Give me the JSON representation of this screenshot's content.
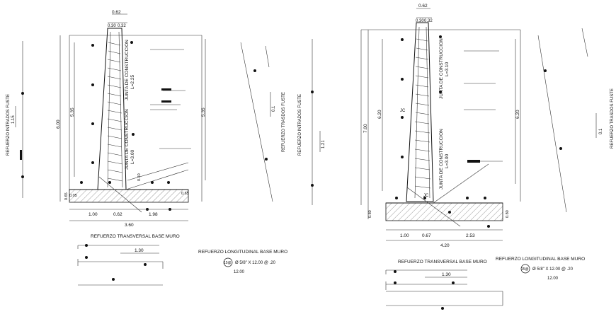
{
  "left_drawing": {
    "side_label_inner": "REFUERZO INTRADOS FUSTE",
    "side_label_back": "REFUERZO TRASDOS FUSTE",
    "dim_top_total": "0.62",
    "dim_top_a": "0.30",
    "dim_top_b": "0.32",
    "dim_height_total": "6.00",
    "dim_height_stem": "5.35",
    "dim_height_right": "5.35",
    "dim_footing_a": "0.65",
    "dim_footing_b": "0.05",
    "dim_footing_right": "0.65",
    "dim_base_a": "1.00",
    "dim_base_b": "0.62",
    "dim_base_c": "1.98",
    "dim_base_total": "3.60",
    "dim_small_1": "1.15",
    "dim_small_2": "0.1",
    "joint_1": "JUNTA DE CONSTRUCCION",
    "joint_1_level": "L=2.25",
    "joint_2": "JUNTA DE CONSTRUCCION",
    "joint_2_level": "L=3.00",
    "mark_small": "0.10",
    "transversal_title": "REFUERZO TRANSVERSAL BASE MURO",
    "transversal_dim": "1.30",
    "longitudinal_title": "REFUERZO LONGITUDINAL BASE MURO",
    "long_tag": "15@",
    "long_spec": "Ø 5/8\" X 12.00 @ .20",
    "long_length": "12.00"
  },
  "right_drawing": {
    "side_label_inner": "REFUERZO INTRADOS FUSTE",
    "side_label_back": "REFUERZO TRASDOS FUSTE",
    "dim_top_total": "0.62",
    "dim_top_a": "0.30",
    "dim_top_b": "0.32",
    "dim_height_total": "7.00",
    "dim_height_stem": "6.20",
    "dim_height_right": "6.20",
    "dim_footing_a": "0.80",
    "dim_footing_right": "0.80",
    "dim_base_a": "1.00",
    "dim_base_b": "0.67",
    "dim_base_c": "2.53",
    "dim_base_total": "4.20",
    "dim_small_1": "1.21",
    "dim_small_2": "0.1",
    "joint_1": "JUNTA DE CONSTRUCCION",
    "joint_1_level": "L=3.10",
    "joint_2": "JUNTA DE CONSTRUCCION",
    "joint_2_level": "L=3.00",
    "jc_1": "JC",
    "jc_2": "JC",
    "transversal_title": "REFUERZO TRANSVERSAL BASE MURO",
    "transversal_dim": "1.30",
    "longitudinal_title": "REFUERZO LONGITUDINAL BASE MURO",
    "long_tag": "15@",
    "long_spec": "Ø 5/8\" X 12.00 @ .20",
    "long_length": "12.00"
  }
}
